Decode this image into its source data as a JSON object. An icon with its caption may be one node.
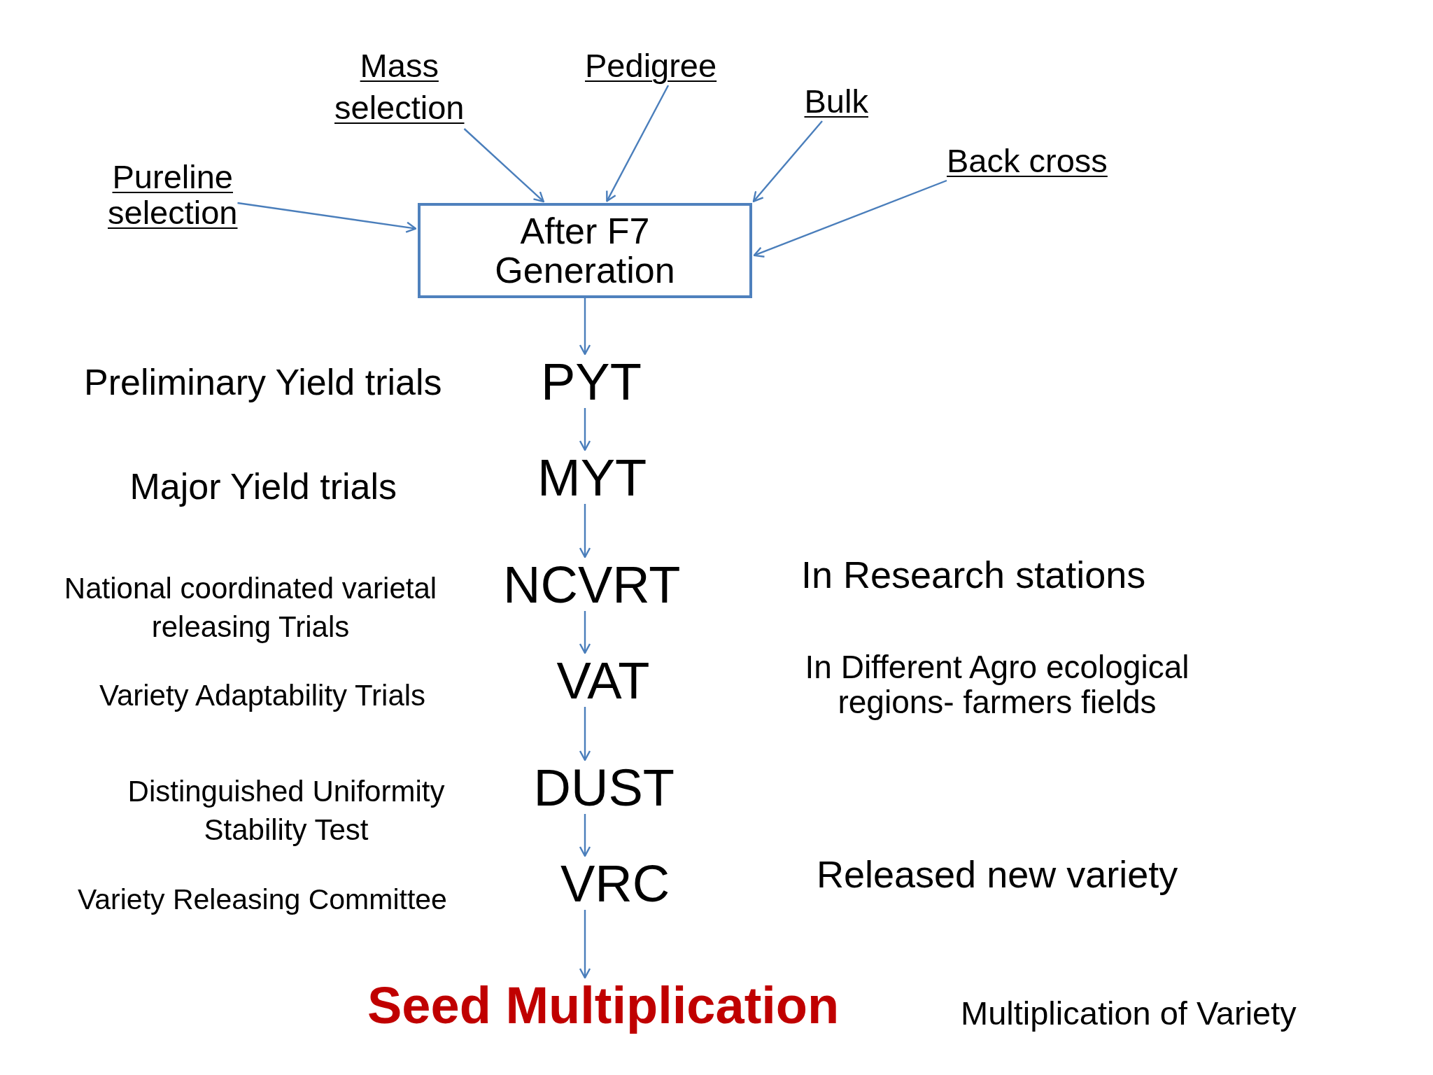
{
  "diagram": {
    "nodes": [
      {
        "text": [
          "Mass selection"
        ]
      },
      {
        "text": [
          "Pedigree"
        ]
      },
      {
        "text": [
          "Bulk"
        ]
      },
      {
        "text": [
          "Pureline selection"
        ]
      },
      {
        "text": [
          "Back cross"
        ]
      },
      {
        "text": [
          "After F7 Generation"
        ]
      },
      {
        "text": [
          "PYT"
        ]
      },
      {
        "text": [
          "MYT"
        ]
      },
      {
        "text": [
          "NCVRT"
        ]
      },
      {
        "text": [
          "VAT"
        ]
      },
      {
        "text": [
          "DUST"
        ]
      },
      {
        "text": [
          "VRC"
        ]
      },
      {
        "text": [
          "Seed Multiplication"
        ]
      }
    ],
    "edges": [
      {
        "from": 0,
        "to": 5,
        "arrow": "to"
      },
      {
        "from": 1,
        "to": 5,
        "arrow": "to"
      },
      {
        "from": 2,
        "to": 5,
        "arrow": "to"
      },
      {
        "from": 3,
        "to": 5,
        "arrow": "to"
      },
      {
        "from": 4,
        "to": 5,
        "arrow": "to"
      },
      {
        "from": 5,
        "to": 6,
        "arrow": "to"
      },
      {
        "from": 6,
        "to": 7,
        "arrow": "to"
      },
      {
        "from": 7,
        "to": 8,
        "arrow": "to"
      },
      {
        "from": 8,
        "to": 9,
        "arrow": "to"
      },
      {
        "from": 9,
        "to": 10,
        "arrow": "to"
      },
      {
        "from": 10,
        "to": 11,
        "arrow": "to"
      },
      {
        "from": 11,
        "to": 12,
        "arrow": "to"
      }
    ],
    "labels": [
      "Preliminary Yield trials",
      "Major Yield trials",
      "National coordinated varietal releasing Trials",
      "In Research stations",
      "In Different Agro ecological regions- farmers fields",
      "Variety Adaptability Trials",
      "Distinguished Uniformity Stability Test",
      "Released new variety",
      "Variety Releasing Committee",
      "Multiplication of Variety"
    ]
  }
}
